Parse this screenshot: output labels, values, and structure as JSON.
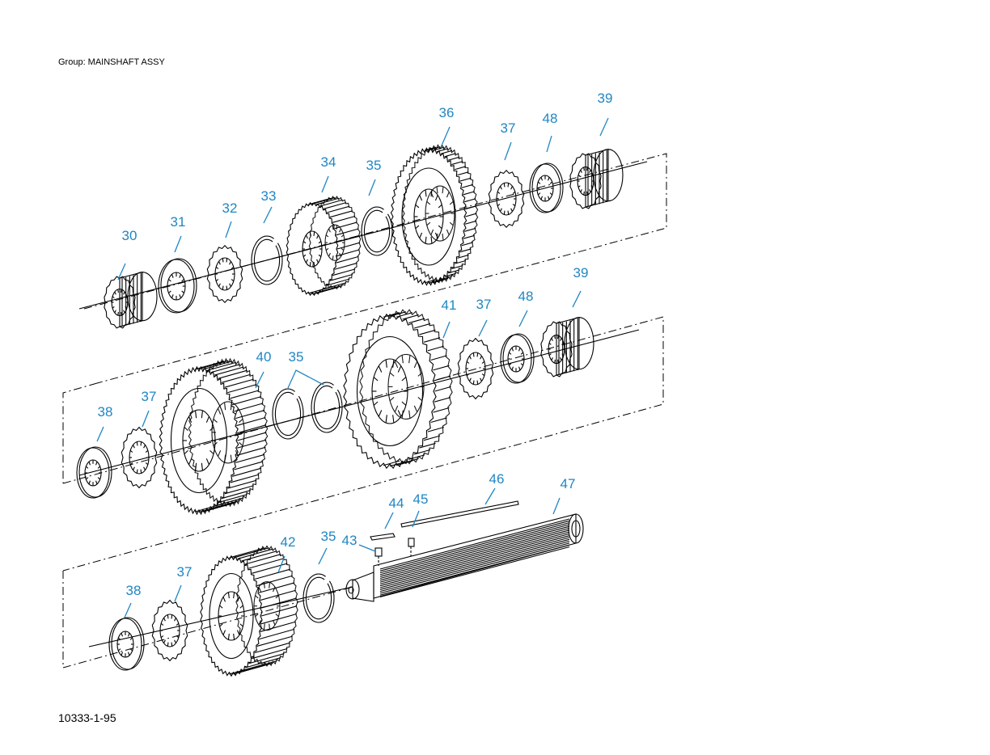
{
  "header": {
    "group_title": "Group: MAINSHAFT ASSY"
  },
  "footer": {
    "figure_code": "10333-1-95"
  },
  "callouts": [
    {
      "id": "c30",
      "text": "30"
    },
    {
      "id": "c31",
      "text": "31"
    },
    {
      "id": "c32",
      "text": "32"
    },
    {
      "id": "c33",
      "text": "33"
    },
    {
      "id": "c34",
      "text": "34"
    },
    {
      "id": "c35a",
      "text": "35"
    },
    {
      "id": "c36",
      "text": "36"
    },
    {
      "id": "c37a",
      "text": "37"
    },
    {
      "id": "c48a",
      "text": "48"
    },
    {
      "id": "c39a",
      "text": "39"
    },
    {
      "id": "c39b",
      "text": "39"
    },
    {
      "id": "c41",
      "text": "41"
    },
    {
      "id": "c37b",
      "text": "37"
    },
    {
      "id": "c48b",
      "text": "48"
    },
    {
      "id": "c40",
      "text": "40"
    },
    {
      "id": "c35b",
      "text": "35"
    },
    {
      "id": "c37c",
      "text": "37"
    },
    {
      "id": "c38a",
      "text": "38"
    },
    {
      "id": "c46",
      "text": "46"
    },
    {
      "id": "c47",
      "text": "47"
    },
    {
      "id": "c44",
      "text": "44"
    },
    {
      "id": "c45",
      "text": "45"
    },
    {
      "id": "c42",
      "text": "42"
    },
    {
      "id": "c35c",
      "text": "35"
    },
    {
      "id": "c43",
      "text": "43"
    },
    {
      "id": "c37d",
      "text": "37"
    },
    {
      "id": "c38b",
      "text": "38"
    }
  ],
  "colors": {
    "callout": "#1f86c4",
    "linework": "#000000",
    "background": "#ffffff"
  }
}
